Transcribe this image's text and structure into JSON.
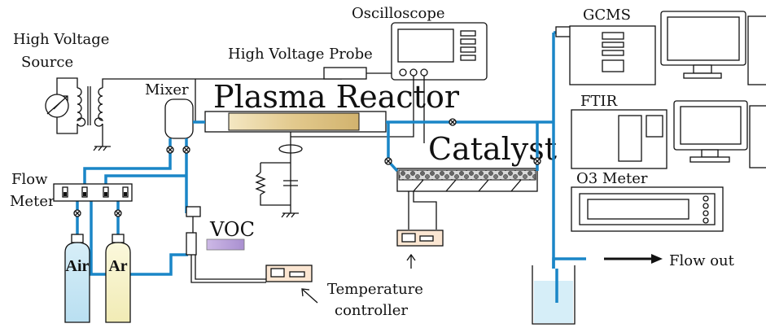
{
  "labels": {
    "high_voltage_source_l1": "High Voltage",
    "high_voltage_source_l2": "Source",
    "oscilloscope": "Oscilloscope",
    "high_voltage_probe": "High Voltage Probe",
    "mixer": "Mixer",
    "plasma_reactor": "Plasma Reactor",
    "catalyst": "Catalyst",
    "gcms": "GCMS",
    "ftir": "FTIR",
    "o3_meter": "O3 Meter",
    "flow_meter_l1": "Flow",
    "flow_meter_l2": "Meter",
    "voc": "VOC",
    "air": "Air",
    "ar": "Ar",
    "temperature_controller_l1": "Temperature",
    "temperature_controller_l2": "controller",
    "flow_out": "Flow out"
  },
  "colors": {
    "pipe": "#1a86c7",
    "reactor_fill": "#e6cf96",
    "voc_fill": "#b8a2d8",
    "air_bottle": "#cfe9f6",
    "ar_bottle": "#f7f2c6",
    "device_fill": "#fbe6d2",
    "beaker_water": "#d6eef8"
  }
}
